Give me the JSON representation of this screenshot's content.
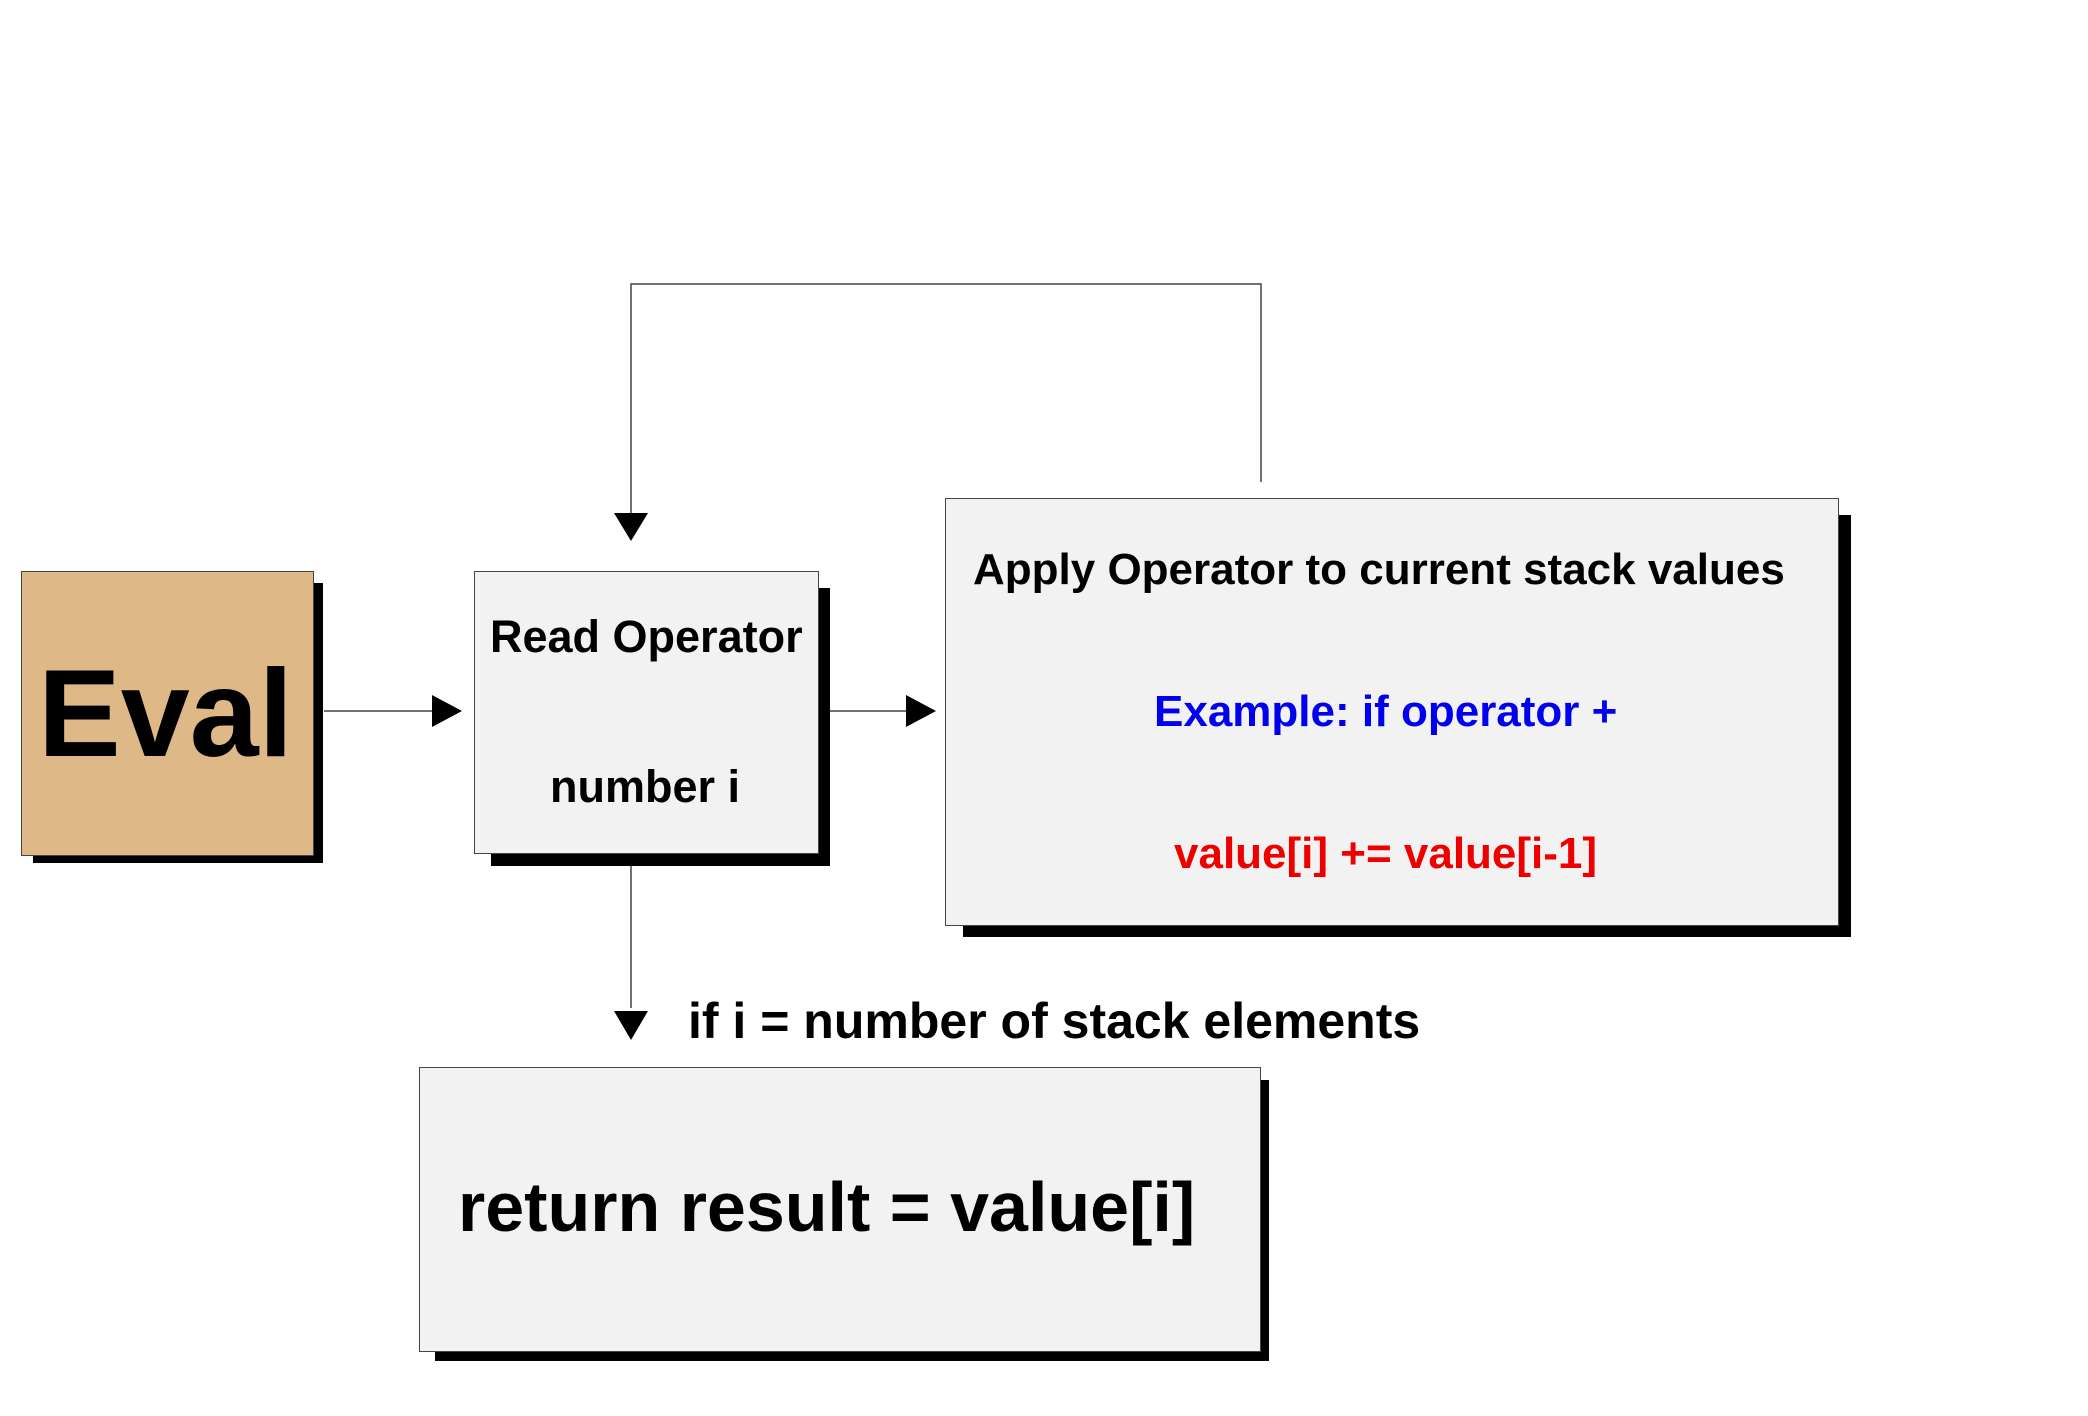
{
  "eval_box": {
    "label": "Eval",
    "fill": "#deb887"
  },
  "read_box": {
    "title": "Read Operator",
    "subtitle": "number i"
  },
  "apply_box": {
    "title": "Apply Operator to current stack values",
    "example": "Example: if operator +",
    "formula": "value[i] += value[i-1]"
  },
  "condition_label": "if i = number of stack elements",
  "return_box": {
    "label": "return result = value[i]"
  },
  "colors": {
    "box_fill": "#f2f2f2",
    "example_text": "#0000ee",
    "formula_text": "#ee0000",
    "shadow": "#000000"
  }
}
